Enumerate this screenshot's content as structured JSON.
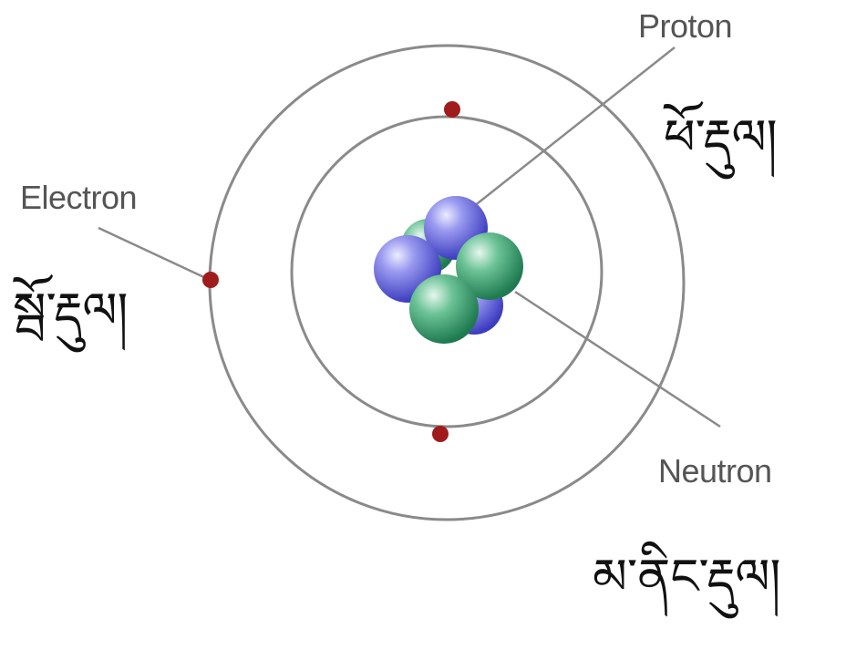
{
  "labels": {
    "proton": {
      "en": "Proton",
      "bo": "ཕོ་རྡུལ།"
    },
    "electron": {
      "en": "Electron",
      "bo": "སྦོ་རྡུལ།"
    },
    "neutron": {
      "en": "Neutron",
      "bo": "མ་ནིང་རྡུལ།"
    }
  },
  "colors": {
    "orbit": "#8a8a8a",
    "electron": "#a01c1c",
    "proton": "#5050d8",
    "neutron": "#3a9a6e",
    "leader": "#8a8a8a"
  }
}
